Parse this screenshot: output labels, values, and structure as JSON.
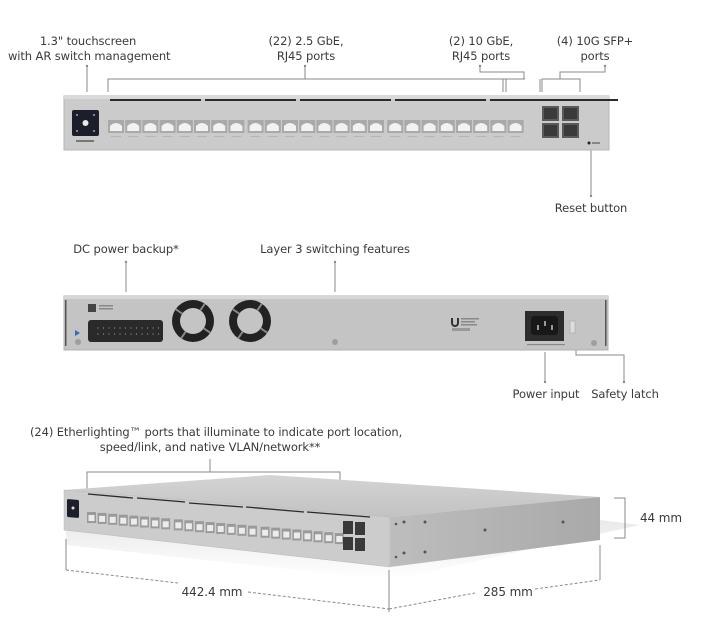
{
  "front_view": {
    "callouts": {
      "touchscreen": [
        "1.3\" touchscreen",
        "with AR switch management"
      ],
      "ports_2_5gbe": [
        "(22) 2.5 GbE,",
        "RJ45 ports"
      ],
      "ports_10gbe": [
        "(2) 10 GbE,",
        "RJ45 ports"
      ],
      "ports_sfp": [
        "(4) 10G SFP+",
        "ports"
      ],
      "reset": "Reset button"
    },
    "rj45_port_count": 24,
    "sfp_port_count": 4
  },
  "rear_view": {
    "callouts": {
      "dc_backup": "DC power backup*",
      "layer3": "Layer 3 switching features",
      "power_input": "Power input",
      "safety_latch": "Safety latch"
    },
    "fan_count": 2
  },
  "perspective_view": {
    "callouts": {
      "etherlighting": [
        "(24) Etherlighting™ ports that illuminate to indicate port location,",
        "speed/link, and native VLAN/network**"
      ]
    },
    "dimensions": {
      "width": "442.4 mm",
      "depth": "285 mm",
      "height": "44 mm"
    }
  },
  "colors": {
    "chassis": "#c9c9c9",
    "chassis_edge": "#b3b3b3",
    "port": "#f2f2f2",
    "screen": "#1c1f2a",
    "callout_line": "#8a8a8a",
    "text": "#3a3a3a"
  }
}
